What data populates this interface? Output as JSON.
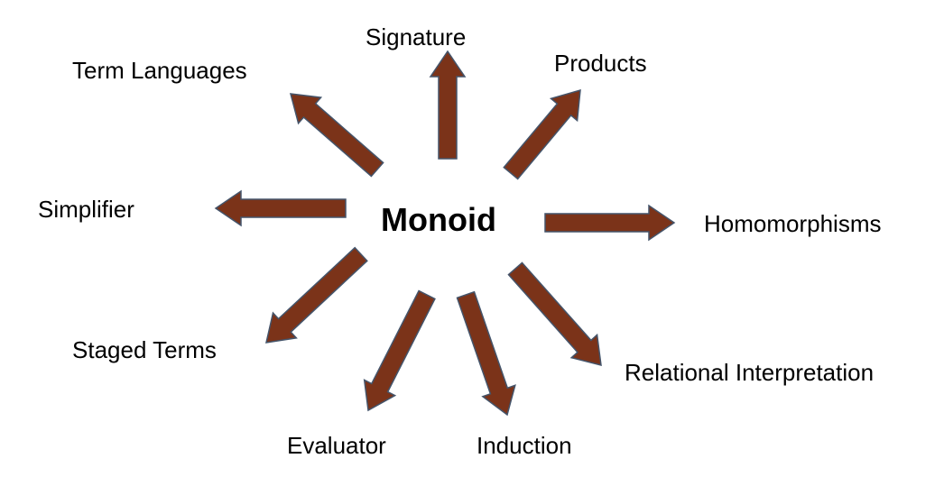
{
  "center_label": "Monoid",
  "arrow_fill": "#7B3319",
  "arrow_stroke": "#44546A",
  "topics": [
    {
      "id": "signature",
      "label": "Signature"
    },
    {
      "id": "products",
      "label": "Products"
    },
    {
      "id": "term-languages",
      "label": "Term Languages"
    },
    {
      "id": "simplifier",
      "label": "Simplifier"
    },
    {
      "id": "homomorphisms",
      "label": "Homomorphisms"
    },
    {
      "id": "staged-terms",
      "label": "Staged Terms"
    },
    {
      "id": "relational-interpretation",
      "label": "Relational Interpretation"
    },
    {
      "id": "evaluator",
      "label": "Evaluator"
    },
    {
      "id": "induction",
      "label": "Induction"
    }
  ]
}
